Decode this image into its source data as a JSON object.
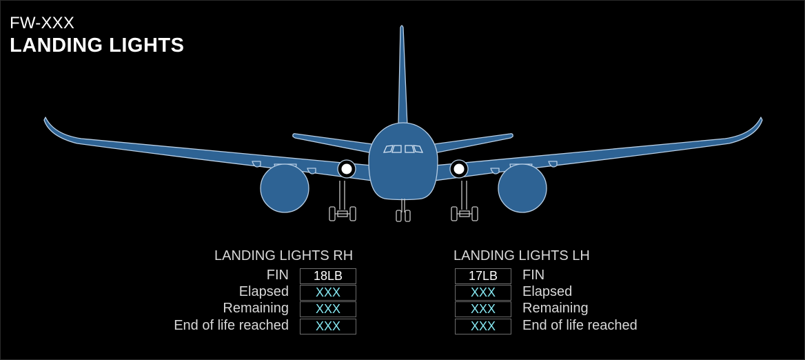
{
  "header": {
    "registration": "FW-XXX",
    "title": "LANDING LIGHTS"
  },
  "colors": {
    "airframe": "#2e6394",
    "outline": "#b8cfe6",
    "value": "#86e8f2",
    "background": "#000000"
  },
  "rh": {
    "title": "LANDING LIGHTS RH",
    "rows": [
      {
        "label": "FIN",
        "value": "18LB"
      },
      {
        "label": "Elapsed",
        "value": "XXX"
      },
      {
        "label": "Remaining",
        "value": "XXX"
      },
      {
        "label": "End of life reached",
        "value": "XXX"
      }
    ]
  },
  "lh": {
    "title": "LANDING LIGHTS LH",
    "rows": [
      {
        "label": "FIN",
        "value": "17LB"
      },
      {
        "label": "Elapsed",
        "value": "XXX"
      },
      {
        "label": "Remaining",
        "value": "XXX"
      },
      {
        "label": "End of life reached",
        "value": "XXX"
      }
    ]
  }
}
